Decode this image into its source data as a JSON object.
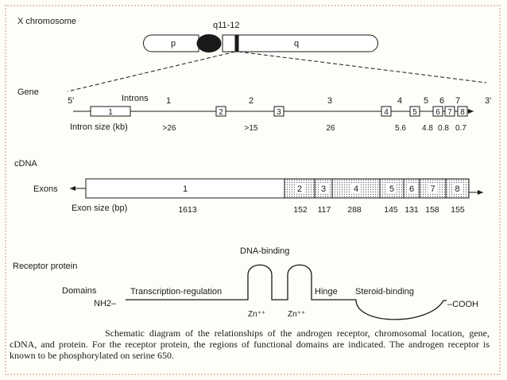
{
  "chromosome": {
    "title": "X chromosome",
    "band": "q11-12",
    "arm_p": "p",
    "arm_q": "q"
  },
  "gene": {
    "title": "Gene",
    "five_prime": "5'",
    "three_prime": "3'",
    "introns_label": "Introns",
    "intron_numbers": [
      "1",
      "2",
      "3",
      "4",
      "5",
      "6",
      "7"
    ],
    "exon_numbers": [
      "1",
      "2",
      "3",
      "4",
      "5",
      "6",
      "7",
      "8"
    ],
    "intron_size_label": "Intron size (kb)",
    "intron_sizes": [
      ">26",
      ">15",
      "26",
      "5.6",
      "4.8",
      "0.8",
      "0.7"
    ]
  },
  "cdna": {
    "title": "cDNA",
    "exons_label": "Exons",
    "exon_numbers": [
      "1",
      "2",
      "3",
      "4",
      "5",
      "6",
      "7",
      "8"
    ],
    "exon_size_label": "Exon size (bp)",
    "exon_sizes": [
      "1613",
      "152",
      "117",
      "288",
      "145",
      "131",
      "158",
      "155"
    ]
  },
  "protein": {
    "title": "Receptor protein",
    "domains_label": "Domains",
    "nh2": "NH2–",
    "cooh": "–COOH",
    "dna_binding": "DNA-binding",
    "transcription": "Transcription-regulation",
    "hinge": "Hinge",
    "steroid": "Steroid-binding",
    "zinc": [
      "Zn⁺⁺",
      "Zn⁺⁺"
    ]
  },
  "caption": "Schematic diagram of the relationships of the androgen receptor, chromosomal location, gene, cDNA, and protein. For the receptor protein, the regions of functional domains are indicated. The androgen receptor is known to be phosphorylated on serine 650.",
  "colors": {
    "ink": "#1a1a1a",
    "shade": "#d9d9d9",
    "border": "#e3c7b6"
  }
}
